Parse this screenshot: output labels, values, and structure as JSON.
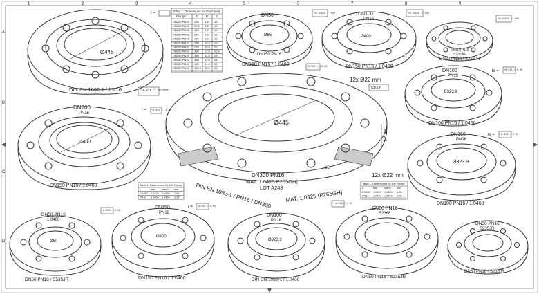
{
  "sheet": {
    "col_markers": [
      "1",
      "2",
      "3",
      "4",
      "5",
      "6",
      "7",
      "8",
      "9"
    ],
    "row_markers": [
      "A",
      "B",
      "C",
      "D"
    ]
  },
  "flanges": [
    {
      "id": "f1",
      "top": "",
      "bottom": "DIN EN 1092-1 / PN16",
      "dim": "Ø445"
    },
    {
      "id": "f2",
      "top": "DN50",
      "top2": "",
      "mid": "DN150 PN16",
      "bottom": "DN150 PN16 / 1.0460",
      "dim": "Ø65"
    },
    {
      "id": "f3",
      "top": "DN100",
      "top2": "PN16",
      "bottom": "DN150 PN16 / 1.0460",
      "dim": "Ø400"
    },
    {
      "id": "f4",
      "top": "",
      "top2": "",
      "mid": "DN80 PN16",
      "mid2": "S235JR",
      "bottom": "DN80 PN16 / S235JR",
      "dim": ""
    },
    {
      "id": "f5",
      "top": "DN200",
      "top2": "PN16",
      "bottom": "DN150 PN16 / 1.0460",
      "dim": "Ø400"
    },
    {
      "id": "f6",
      "top": "DN100",
      "top2": "PN16",
      "bottom": "DN100 PN16 / 1.0460",
      "dim": "Ø323.9"
    },
    {
      "id": "f7",
      "top": "DN150",
      "top2": "PN16",
      "bottom": "DN100 PN16 / 1.0460",
      "dim": "Ø323.9"
    },
    {
      "id": "f8",
      "top": "DN50 PN16",
      "top2": "1.0460",
      "bottom": "DN50 PN16 / S535JR",
      "dim": "Ø60"
    },
    {
      "id": "f9",
      "top": "DN150",
      "top2": "PN16",
      "bottom": "DN150 PN16 / 1.0460",
      "dim": "Ø400"
    },
    {
      "id": "f10",
      "top": "DN100",
      "top2": "PN16",
      "bottom": "DIN EN 1092-1 / 1.0460",
      "dim": "Ø323.9"
    },
    {
      "id": "f11",
      "top": "DN60 PN16",
      "top2": "S2368",
      "bottom": "DN50 PN16 / S235JR",
      "dim": ""
    },
    {
      "id": "f12",
      "top": "DN50 PN16",
      "top2": "S235JR",
      "bottom": "DN50 PN16 / S235JR",
      "dim": ""
    }
  ],
  "center_flange": {
    "dim": "Ø445",
    "holes": "12x Ø22 mm",
    "holes2": "12x Ø22 mm",
    "line1": "DN300 PN16",
    "line2": "MAT. 1.0425 P265GH)",
    "line3": "LOT A248",
    "arc_text": "DIN EN 1092-1 / PN16 / DN300",
    "arc_text2": "MAT. 1.0425 (P265GH)",
    "thickness": "t = 28",
    "small_dim": "35"
  },
  "tolerances": {
    "t_label": "t =",
    "tx_label": "tx =",
    "t1": "+0.025 / -0.05",
    "t2": "-1.476 / +0.000",
    "t3": "+0.025 / -0.05",
    "t4": "+0.0425 / +05",
    "t5": "+0.0425 / +05",
    "t6": "+0.025 / 0.05",
    "t7": "-0.025 / 0.02",
    "t8": "+0.025 / 0.05",
    "t9": "-0.025 / 0.05",
    "t10": "+ 0.025 / 0.02",
    "t11": "+0.0425 / +05"
  },
  "table1": {
    "title": "Table 1: Dimensions for DN Family",
    "headers": [
      "Flange",
      "D",
      "B",
      "S"
    ],
    "rows": [
      [
        "DN250 PN16",
        "160",
        "3.5",
        "13"
      ],
      [
        "DN100 PN16",
        "20.5",
        "3.8",
        "15"
      ],
      [
        "DN150 PN16",
        "145",
        "5.2",
        "16"
      ],
      [
        "DN150 PN16",
        "155",
        "6.5",
        "16"
      ],
      [
        "DN150 PN16",
        "180",
        "6.8",
        "18"
      ],
      [
        "DN150 PN16",
        "230",
        "10.2",
        "20"
      ],
      [
        "DN150 PN16",
        "230",
        "10.4",
        "20"
      ],
      [
        "DN150 PN16",
        "330",
        "12.5",
        "20.5"
      ],
      [
        "DN150 PN16",
        "350",
        "12.5",
        "24"
      ],
      [
        "DN150 PN16",
        "430",
        "12.5",
        "28"
      ],
      [
        "DN150 PN16",
        "150",
        "14.6",
        "28"
      ],
      [
        "DN300 PN16",
        "155.5",
        "15.5",
        "28"
      ]
    ]
  },
  "table2": {
    "title": "Table 1: Dimensions for DN Family",
    "headers": [
      "s",
      "mm",
      "mmm",
      "mm"
    ],
    "rows": [
      [
        "DN250",
        "1.0425",
        "1.0460",
        "1.56"
      ],
      [
        "PN16",
        "1.0460",
        "1.0460",
        "2.28"
      ]
    ]
  },
  "table3": {
    "title": "Table 1: Dimensions for DN Family",
    "headers": [
      "s",
      "mm",
      "mmm",
      "mm"
    ],
    "rows": [
      [
        "DN250",
        "1.0425",
        "1.0460",
        "1.26"
      ],
      [
        "PN16",
        "1.0460",
        "1.2550",
        "2.25"
      ]
    ]
  },
  "gdt": {
    "label": "GD&T"
  }
}
